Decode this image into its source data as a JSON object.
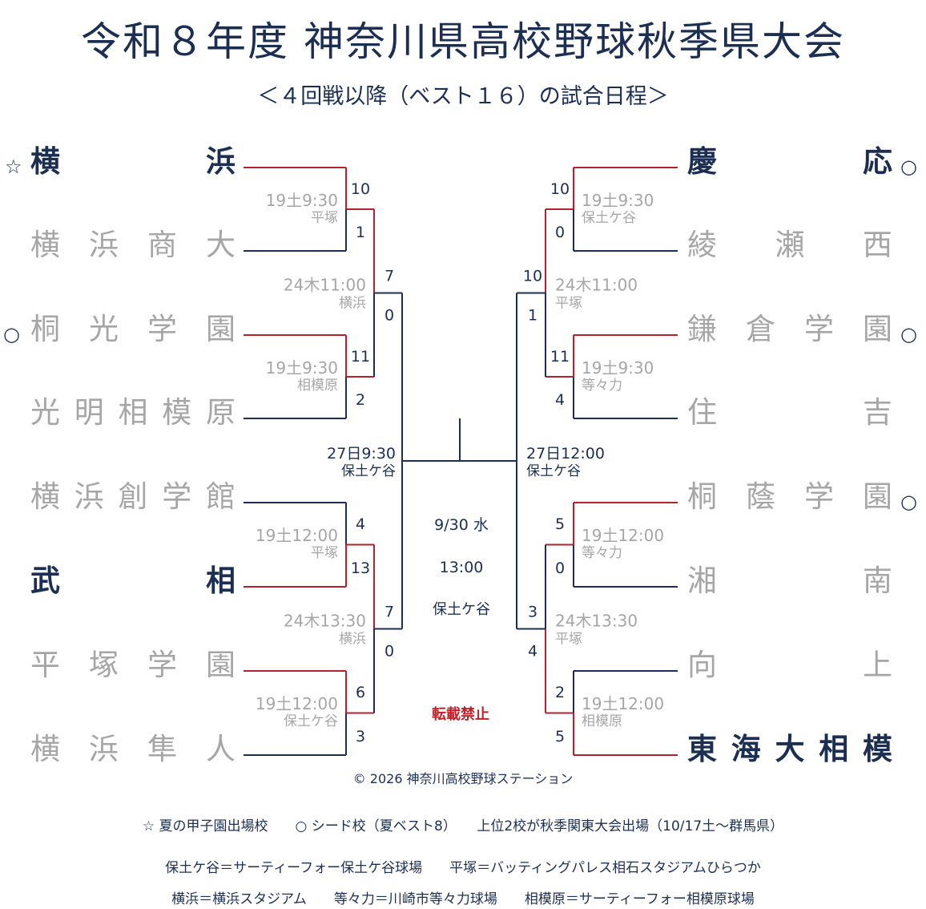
{
  "title": "令和８年度 神奈川県高校野球秋季県大会",
  "subtitle": "＜４回戦以降（ベスト１６）の試合日程＞",
  "marks": {
    "star": "☆",
    "circle": "○"
  },
  "teams_left": [
    {
      "name": "横浜",
      "mark": "star",
      "won": true
    },
    {
      "name": "横浜商大",
      "mark": "",
      "won": false
    },
    {
      "name": "桐光学園",
      "mark": "circle",
      "won": false
    },
    {
      "name": "光明相模原",
      "mark": "",
      "won": false
    },
    {
      "name": "横浜創学館",
      "mark": "",
      "won": false
    },
    {
      "name": "武相",
      "mark": "",
      "won": true
    },
    {
      "name": "平塚学園",
      "mark": "",
      "won": false
    },
    {
      "name": "横浜隼人",
      "mark": "",
      "won": false
    }
  ],
  "teams_right": [
    {
      "name": "慶応",
      "mark": "circle",
      "won": true
    },
    {
      "name": "綾瀬西",
      "mark": "",
      "won": false
    },
    {
      "name": "鎌倉学園",
      "mark": "circle",
      "won": false
    },
    {
      "name": "住吉",
      "mark": "",
      "won": false
    },
    {
      "name": "桐蔭学園",
      "mark": "circle",
      "won": false
    },
    {
      "name": "湘南",
      "mark": "",
      "won": false
    },
    {
      "name": "向上",
      "mark": "",
      "won": false
    },
    {
      "name": "東海大相模",
      "mark": "",
      "won": true
    }
  ],
  "round1_left": [
    {
      "time": "19土9:30",
      "venue": "平塚",
      "scores": [
        "10",
        "1"
      ],
      "winner": 0
    },
    {
      "time": "19土9:30",
      "venue": "相模原",
      "scores": [
        "11",
        "2"
      ],
      "winner": 0
    },
    {
      "time": "19土12:00",
      "venue": "平塚",
      "scores": [
        "4",
        "13"
      ],
      "winner": 1
    },
    {
      "time": "19土12:00",
      "venue": "保土ケ谷",
      "scores": [
        "6",
        "3"
      ],
      "winner": 0
    }
  ],
  "round1_right": [
    {
      "time": "19土9:30",
      "venue": "保土ケ谷",
      "scores": [
        "10",
        "0"
      ],
      "winner": 0
    },
    {
      "time": "19土9:30",
      "venue": "等々力",
      "scores": [
        "11",
        "4"
      ],
      "winner": 0
    },
    {
      "time": "19土12:00",
      "venue": "等々力",
      "scores": [
        "5",
        "0"
      ],
      "winner": 0
    },
    {
      "time": "19土12:00",
      "venue": "相模原",
      "scores": [
        "2",
        "5"
      ],
      "winner": 1
    }
  ],
  "round2_left": [
    {
      "time": "24木11:00",
      "venue": "横浜",
      "scores": [
        "7",
        "0"
      ],
      "winner": 0
    },
    {
      "time": "24木13:30",
      "venue": "横浜",
      "scores": [
        "7",
        "0"
      ],
      "winner": 0
    }
  ],
  "round2_right": [
    {
      "time": "24木11:00",
      "venue": "平塚",
      "scores": [
        "10",
        "1"
      ],
      "winner": 0
    },
    {
      "time": "24木13:30",
      "venue": "平塚",
      "scores": [
        "3",
        "4"
      ],
      "winner": 1
    }
  ],
  "semi_left": {
    "time": "27日9:30",
    "venue": "保土ケ谷"
  },
  "semi_right": {
    "time": "27日12:00",
    "venue": "保土ケ谷"
  },
  "final": {
    "date": "9/30 水",
    "time": "13:00",
    "venue": "保土ケ谷"
  },
  "notice": "転載禁止",
  "copyright": "© 2026 神奈川高校野球ステーション",
  "legend": [
    "☆ 夏の甲子園出場校　　○ シード校（夏ベスト8）　　上位2校が秋季関東大会出場（10/17土～群馬県）",
    "保土ケ谷＝サーティーフォー保土ケ谷球場　　平塚＝バッティングパレス相石スタジアムひらつか",
    "横浜＝横浜スタジアム　　等々力＝川崎市等々力球場　　相模原＝サーティーフォー相模原球場"
  ],
  "colors": {
    "win_line": "#b5212e",
    "line": "#1c2f52",
    "info": "#a6a6a6",
    "team_win": "#1c2f52",
    "team_lose": "#a6a6a6",
    "notice": "#c0222b"
  }
}
